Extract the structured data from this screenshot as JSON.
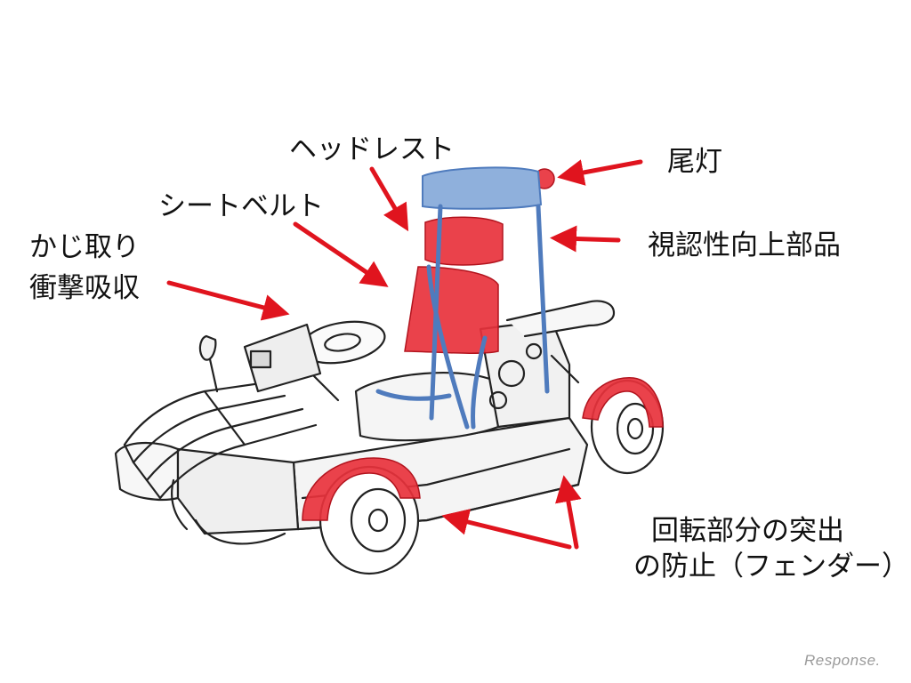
{
  "labels": {
    "headrest": "ヘッドレスト",
    "seatbelt": "シートベルト",
    "steering_line1": "かじ取り",
    "steering_line2": "衝撃吸収",
    "taillight": "尾灯",
    "visibility": "視認性向上部品",
    "fender_line1": "回転部分の突出",
    "fender_line2": "の防止（フェンダー）"
  },
  "watermark": "Response.",
  "colors": {
    "highlight_red": "#e8323c",
    "highlight_blue": "#6f95c8",
    "arrow_red": "#e0141e",
    "line": "#222222"
  }
}
